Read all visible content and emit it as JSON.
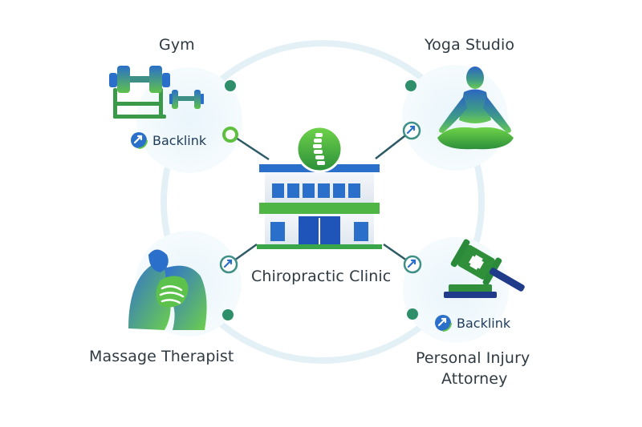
{
  "center": {
    "label": "Chiropractic Clinic",
    "icon": "spine-icon"
  },
  "nodes": [
    {
      "id": "gym",
      "label": "Gym",
      "icon": "dumbbell-icon",
      "backlink": "Backlink"
    },
    {
      "id": "yoga",
      "label": "Yoga Studio",
      "icon": "meditation-icon",
      "backlink": ""
    },
    {
      "id": "massage",
      "label": "Massage Therapist",
      "icon": "massage-hands-icon",
      "backlink": ""
    },
    {
      "id": "attorney",
      "label_line1": "Personal Injury",
      "label_line2": "Attorney",
      "icon": "gavel-icon",
      "backlink": "Backlink"
    }
  ],
  "colors": {
    "green": "#3aa64a",
    "blue": "#2a6fc9",
    "navy": "#1f3b5a",
    "teal": "#3e8f86",
    "ring": "#e6f3f8",
    "text": "#2f3a43"
  }
}
